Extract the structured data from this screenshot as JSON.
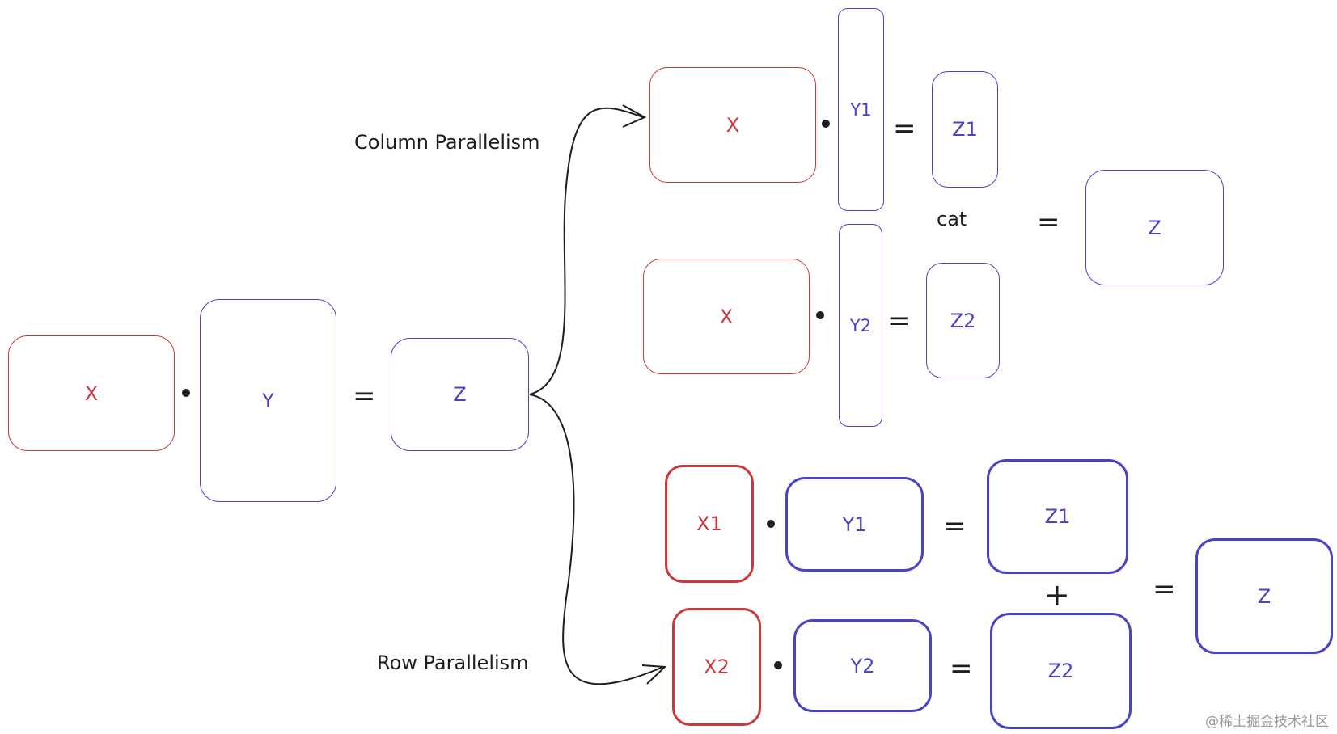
{
  "left": {
    "x_label": "X",
    "y_label": "Y",
    "z_label": "Z",
    "eq": "="
  },
  "column": {
    "title": "Column Parallelism",
    "row1": {
      "x": "X",
      "y": "Y1",
      "z": "Z1",
      "eq": "="
    },
    "row2": {
      "x": "X",
      "y": "Y2",
      "z": "Z2",
      "eq": "="
    },
    "cat_label": "cat",
    "eq_result": "=",
    "result": "Z"
  },
  "row": {
    "title": "Row Parallelism",
    "row1": {
      "x": "X1",
      "y": "Y1",
      "z": "Z1",
      "eq": "="
    },
    "row2": {
      "x": "X2",
      "y": "Y2",
      "z": "Z2",
      "eq": "="
    },
    "plus": "+",
    "eq_result": "=",
    "result": "Z"
  },
  "watermark": "@稀土掘金技术社区",
  "colors": {
    "red": "#c9393b",
    "blue": "#4a43c4",
    "ink": "#1e1e1e"
  }
}
